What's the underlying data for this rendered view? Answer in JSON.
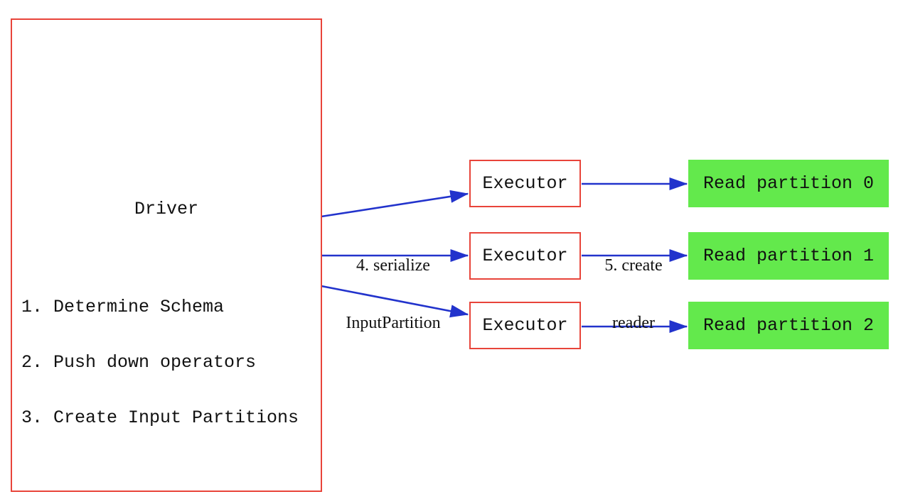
{
  "diagram": {
    "driver": {
      "title": "Driver",
      "steps": [
        "1. Determine Schema",
        "2. Push down operators",
        "3. Create Input Partitions"
      ]
    },
    "executors": [
      {
        "label": "Executor"
      },
      {
        "label": "Executor"
      },
      {
        "label": "Executor"
      }
    ],
    "partitions": [
      {
        "label": "Read partition 0"
      },
      {
        "label": "Read partition 1"
      },
      {
        "label": "Read partition 2"
      }
    ],
    "arrow_labels": {
      "serialize": [
        "4. serialize",
        "InputPartition"
      ],
      "create_reader": [
        "5. create",
        "reader"
      ]
    },
    "colors": {
      "box_border": "#e8443a",
      "arrow": "#2233cc",
      "partition_fill": "#63e94c",
      "text": "#111111",
      "bg": "#ffffff"
    }
  }
}
